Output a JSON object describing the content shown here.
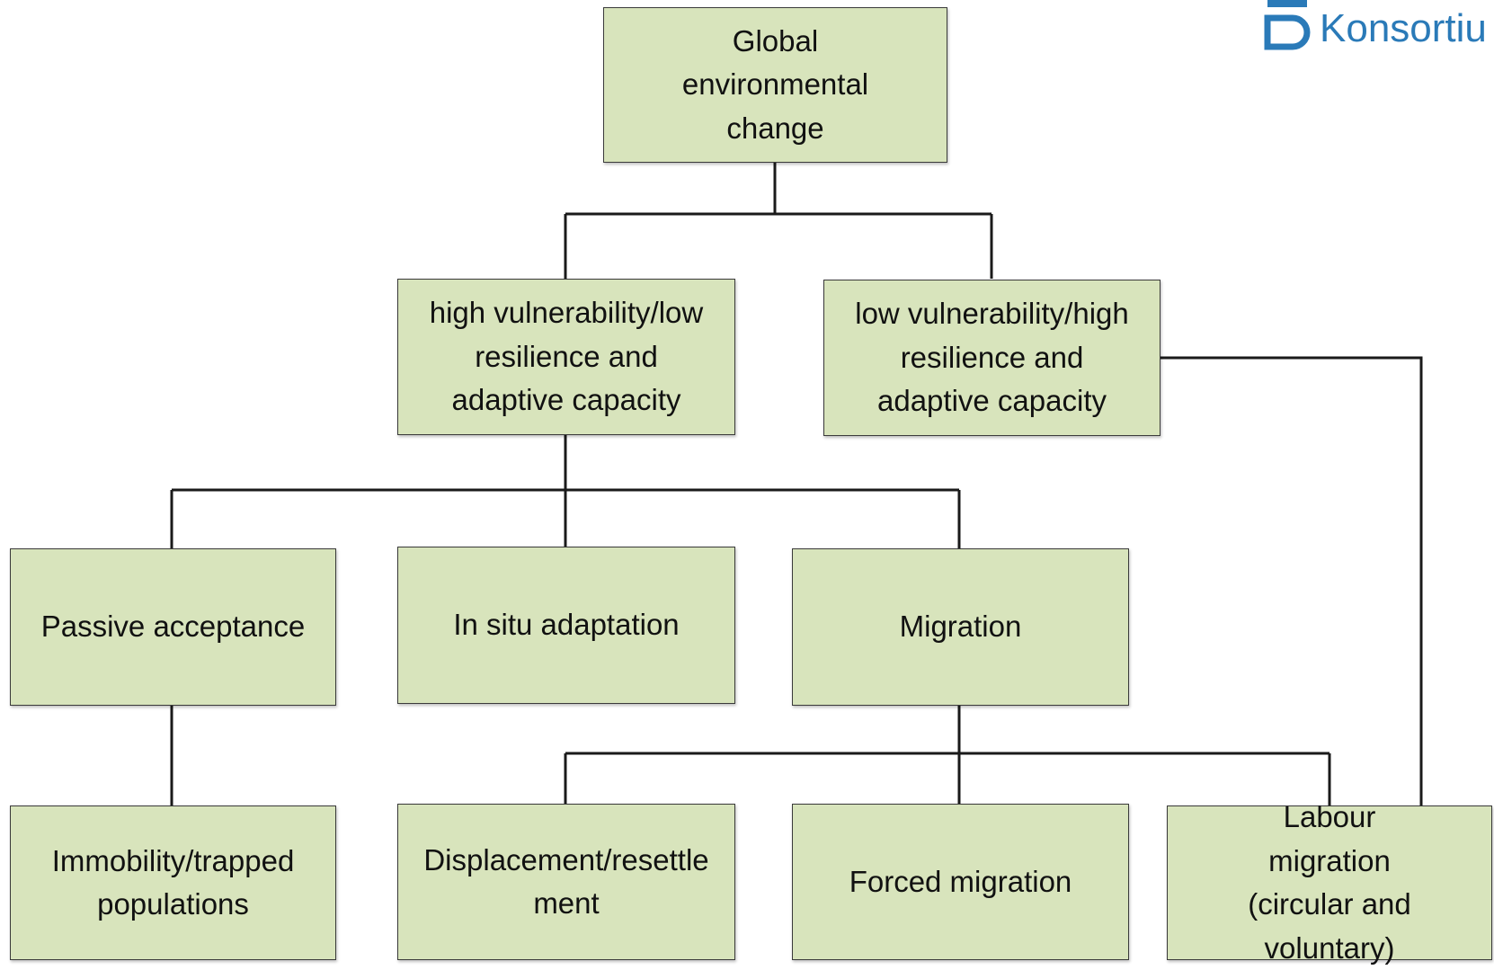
{
  "nodes": {
    "root": "Global environmental change",
    "high_vulnerability": "high vulnerability/low resilience and adaptive capacity",
    "low_vulnerability": "low vulnerability/high resilience and adaptive capacity",
    "passive_acceptance": "Passive acceptance",
    "in_situ_adaptation": "In situ adaptation",
    "migration": "Migration",
    "immobility": "Immobility/trapped populations",
    "displacement": "Displacement/resettle ment",
    "forced_migration": "Forced migration",
    "labour_migration": "Labour migration (circular and voluntary)"
  },
  "logo": {
    "text": "Konsortiu",
    "color": "#2a7ab8"
  },
  "colors": {
    "box_fill": "#d8e4bc",
    "line": "#1a1a1a"
  }
}
